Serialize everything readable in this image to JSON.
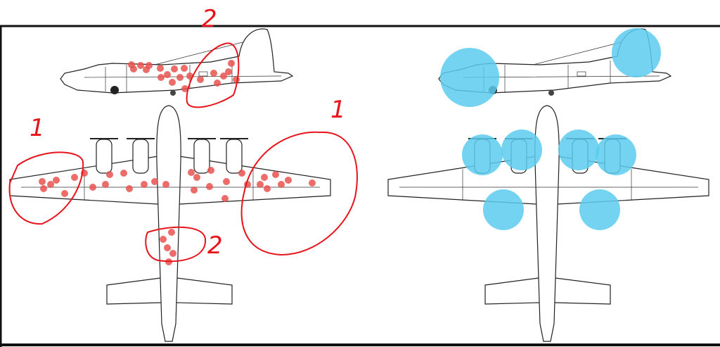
{
  "annotations": {
    "side_tail_label": "2",
    "left_wing_label": "1",
    "right_wing_label": "1",
    "tail_gunner_label": "2"
  },
  "colors": {
    "hit_dot": "#e8524f",
    "annotation": "#e8141b",
    "critical_area": "#5ccbee",
    "frame": "#111111"
  }
}
